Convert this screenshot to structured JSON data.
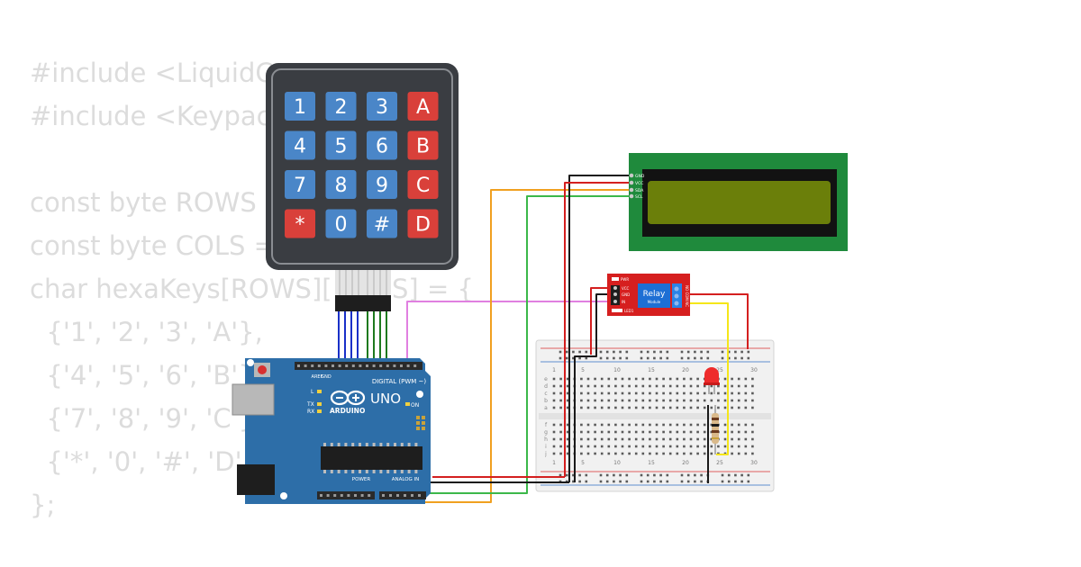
{
  "code_lines": [
    "#include <LiquidC",
    "#include <Keypac",
    "",
    "const byte ROWS",
    "const byte COLS =",
    "char hexaKeys[ROWS][",
    "  {'1', '2', '3', 'A'},",
    "  {'4', '5', '6', 'B'}",
    "  {'7', '8', '9', 'C'},",
    "  {'*', '0', '#', 'D'}",
    "};"
  ],
  "code_tail": "S] = {",
  "keypad": {
    "keys": [
      [
        "1",
        "2",
        "3",
        "A"
      ],
      [
        "4",
        "5",
        "6",
        "B"
      ],
      [
        "7",
        "8",
        "9",
        "C"
      ],
      [
        "*",
        "0",
        "#",
        "D"
      ]
    ],
    "colors": {
      "blue_key": "#4a86c8",
      "red_key": "#d9403a",
      "body": "#3a3d42"
    }
  },
  "arduino": {
    "logo": "UNO",
    "brand": "ARDUINO",
    "digital_label": "DIGITAL (PWM ~)",
    "power_label": "POWER",
    "analog_label": "ANALOG IN",
    "on_label": "ON",
    "l_label": "L",
    "tx_label": "TX",
    "rx_label": "RX",
    "aref_label": "AREF",
    "gnd_label": "GND",
    "board_color": "#2d6ea8"
  },
  "lcd": {
    "pins": [
      "GND",
      "VCC",
      "SDA",
      "SCL"
    ],
    "pcb_color": "#1f8a3c",
    "screen_color": "#6b7f0a"
  },
  "relay": {
    "title": "Relay",
    "subtitle": "Module",
    "pins": [
      "VCC",
      "GND",
      "IN"
    ],
    "indicator_labels": [
      "PWR",
      "LED1"
    ],
    "terminals": "NO COM NC",
    "color": "#d61f1f"
  },
  "breadboard": {
    "column_numbers": [
      "1",
      "5",
      "10",
      "15",
      "20",
      "25",
      "30"
    ],
    "top_rows": [
      "a",
      "b",
      "c",
      "d",
      "e"
    ],
    "bottom_rows": [
      "f",
      "g",
      "h",
      "i",
      "j"
    ]
  },
  "wire_colors": {
    "red": "#d41f1f",
    "black": "#1a1a1a",
    "orange": "#f0a020",
    "green": "#3cb84a",
    "blue": "#1a30c8",
    "dark_green": "#1e7a1e",
    "violet": "#e080e0",
    "yellow": "#f5e61a"
  }
}
